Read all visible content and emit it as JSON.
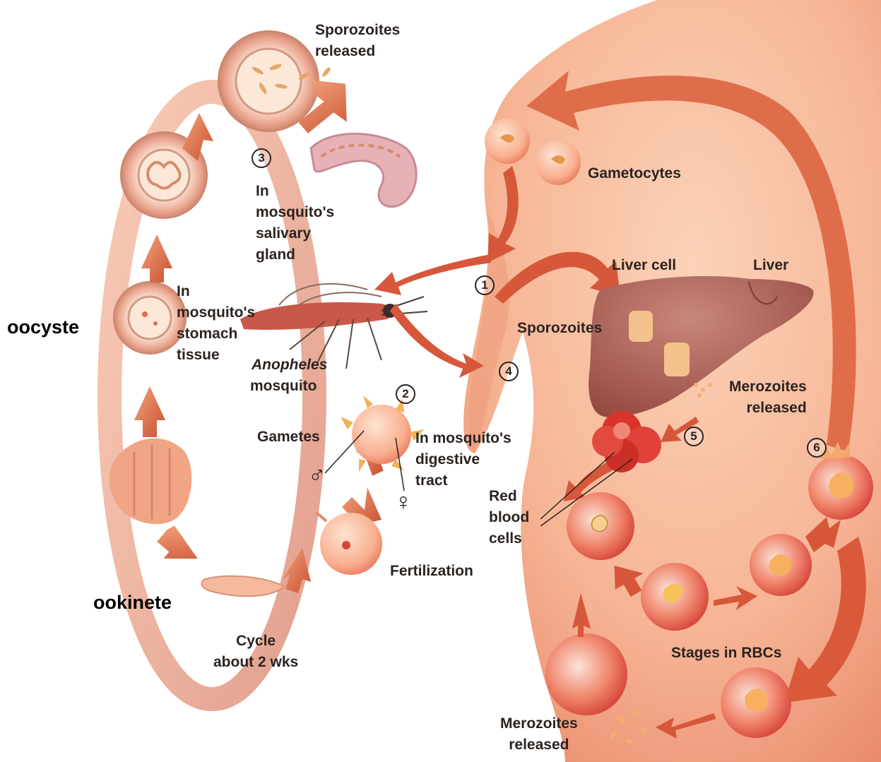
{
  "side_labels": {
    "oocyste": "oocyste",
    "ookinete": "ookinete"
  },
  "mosquito_cycle": {
    "sporozoites_released": [
      "Sporozoites",
      "released"
    ],
    "salivary_gland": [
      "In",
      "mosquito's",
      "salivary",
      "gland"
    ],
    "stomach_tissue": [
      "In",
      "mosquito's",
      "stomach",
      "tissue"
    ],
    "anopheles": "Anopheles",
    "mosquito": "mosquito",
    "gametes": "Gametes",
    "digestive_tract": [
      "In mosquito's",
      "digestive",
      "tract"
    ],
    "fertilization": "Fertilization",
    "cycle_duration": [
      "Cycle",
      "about 2 wks"
    ]
  },
  "human_cycle": {
    "gametocytes": "Gametocytes",
    "liver_cell": "Liver cell",
    "liver": "Liver",
    "sporozoites": "Sporozoites",
    "merozoites_released_liver": [
      "Merozoites",
      "released"
    ],
    "red_blood_cells": [
      "Red",
      "blood",
      "cells"
    ],
    "stages_in_rbcs": "Stages in RBCs",
    "merozoites_released_blood": [
      "Merozoites",
      "released"
    ]
  },
  "step_numbers": [
    "1",
    "2",
    "3",
    "4",
    "5",
    "6"
  ],
  "symbols": {
    "male": "♂",
    "female": "♀"
  },
  "colors": {
    "body": "#f6b595",
    "body_shade": "#e9896a",
    "arrow": "#cf5838",
    "arrow_light": "#e98a62",
    "liver": "#a15a50",
    "cell": "#f9b090",
    "rbc": "#e23a33",
    "ring": "#c8826a"
  }
}
